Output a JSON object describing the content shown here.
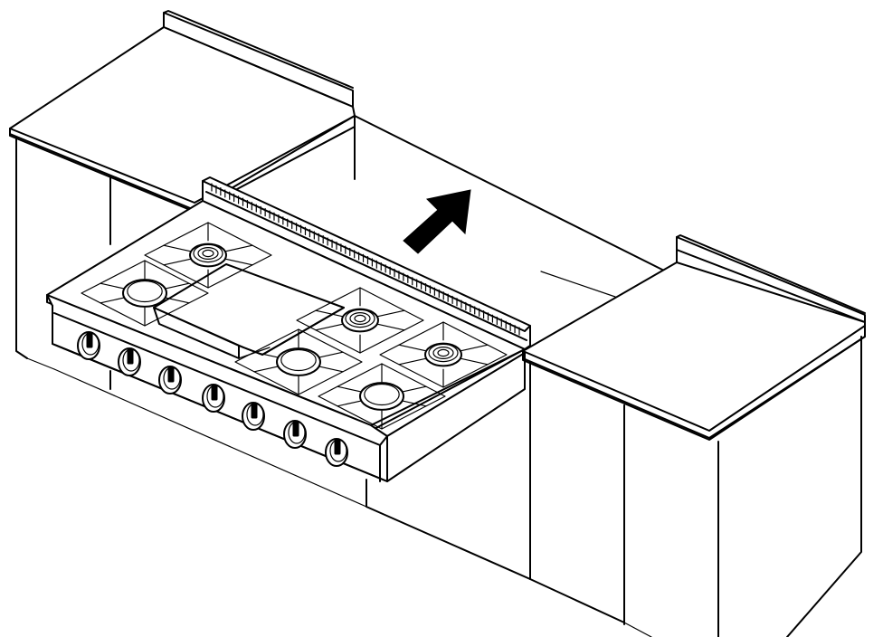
{
  "figure": {
    "description_free": true,
    "line_color": "#000000",
    "background_color": "#ffffff",
    "arrow_color": "#000000",
    "arrow_direction": "up-right",
    "burner_count": 6,
    "griddle_count": 1,
    "knob_count": 7,
    "cabinet_count": 3
  }
}
